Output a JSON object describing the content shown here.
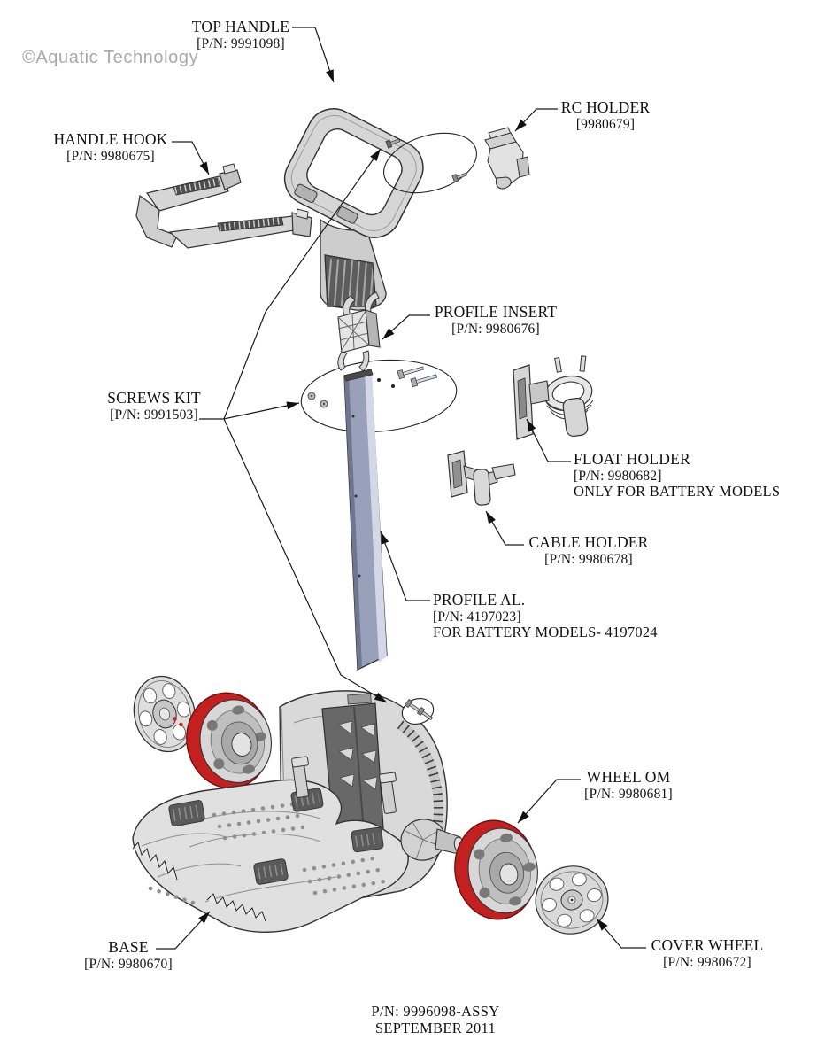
{
  "watermark": "©Aquatic Technology",
  "labels": {
    "top_handle": {
      "name": "TOP HANDLE",
      "pn": "[P/N: 9991098]"
    },
    "handle_hook": {
      "name": "HANDLE HOOK",
      "pn": "[P/N: 9980675]"
    },
    "rc_holder": {
      "name": "RC HOLDER",
      "pn": "[9980679]"
    },
    "profile_insert": {
      "name": "PROFILE INSERT",
      "pn": "[P/N: 9980676]"
    },
    "screws_kit": {
      "name": "SCREWS KIT",
      "pn": "[P/N: 9991503]"
    },
    "float_holder": {
      "name": "FLOAT HOLDER",
      "pn": "[P/N: 9980682]",
      "note": "ONLY FOR BATTERY MODELS"
    },
    "cable_holder": {
      "name": "CABLE HOLDER",
      "pn": "[P/N: 9980678]"
    },
    "profile_al": {
      "name": "PROFILE AL.",
      "pn": "[P/N: 4197023]",
      "note": "FOR BATTERY MODELS- 4197024"
    },
    "wheel_om": {
      "name": "WHEEL OM",
      "pn": "[P/N: 9980681]"
    },
    "base": {
      "name": "BASE",
      "pn": "[P/N: 9980670]"
    },
    "cover_wheel": {
      "name": "COVER WHEEL",
      "pn": "[P/N: 9980672]"
    }
  },
  "footer": {
    "assembly_pn": "P/N: 9996098-ASSY",
    "date": "SEPTEMBER 2011"
  },
  "colors": {
    "tire_red": "#c32020",
    "profile_blue": "#98a0ba",
    "line_black": "#1a1a1a",
    "watermark_gray": "#a9a9a9"
  }
}
